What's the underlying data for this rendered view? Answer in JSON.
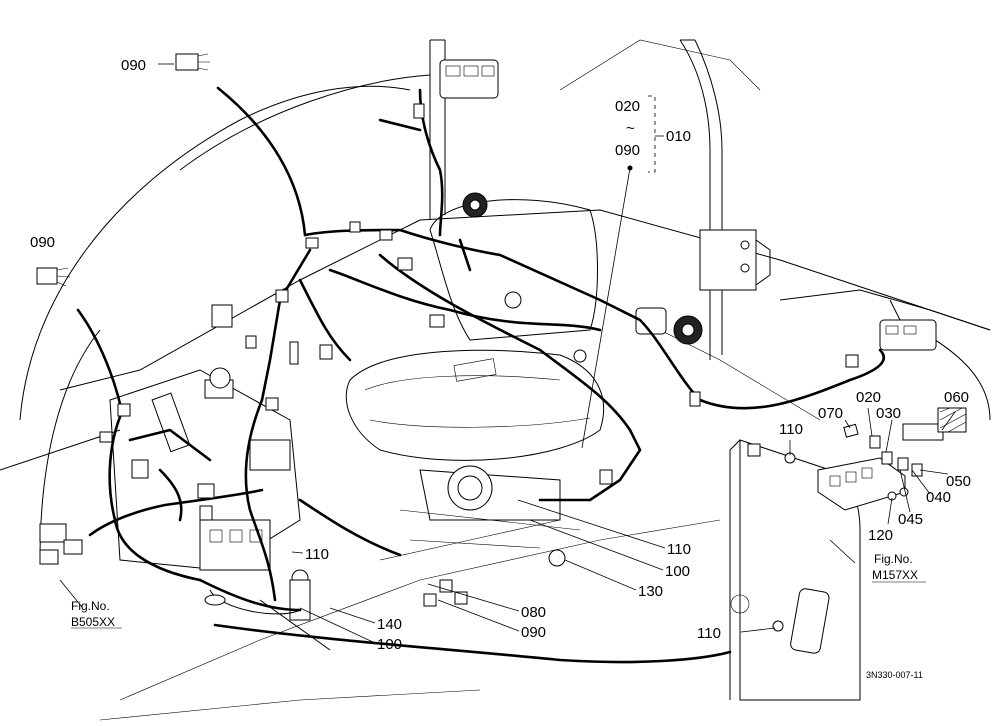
{
  "callouts": {
    "c090_top": "090",
    "c090_left": "090",
    "c020": "020",
    "tilde": "~",
    "c090_range": "090",
    "c010": "010",
    "c060": "060",
    "c070": "070",
    "c020_r": "020",
    "c030": "030",
    "c110_r": "110",
    "c050": "050",
    "c040": "040",
    "c045": "045",
    "c120": "120",
    "c110_mid": "110",
    "c110_c": "110",
    "c100_c": "100",
    "c130": "130",
    "c080": "080",
    "c090_bot": "090",
    "c140": "140",
    "c100_b": "100",
    "c110_b": "110"
  },
  "refs": {
    "fig_right_label": "Fig.No.",
    "fig_right_no": "M157XX",
    "fig_left_label": "Fig.No.",
    "fig_left_no": "B505XX"
  },
  "drawing_code": "3N330-007-11"
}
